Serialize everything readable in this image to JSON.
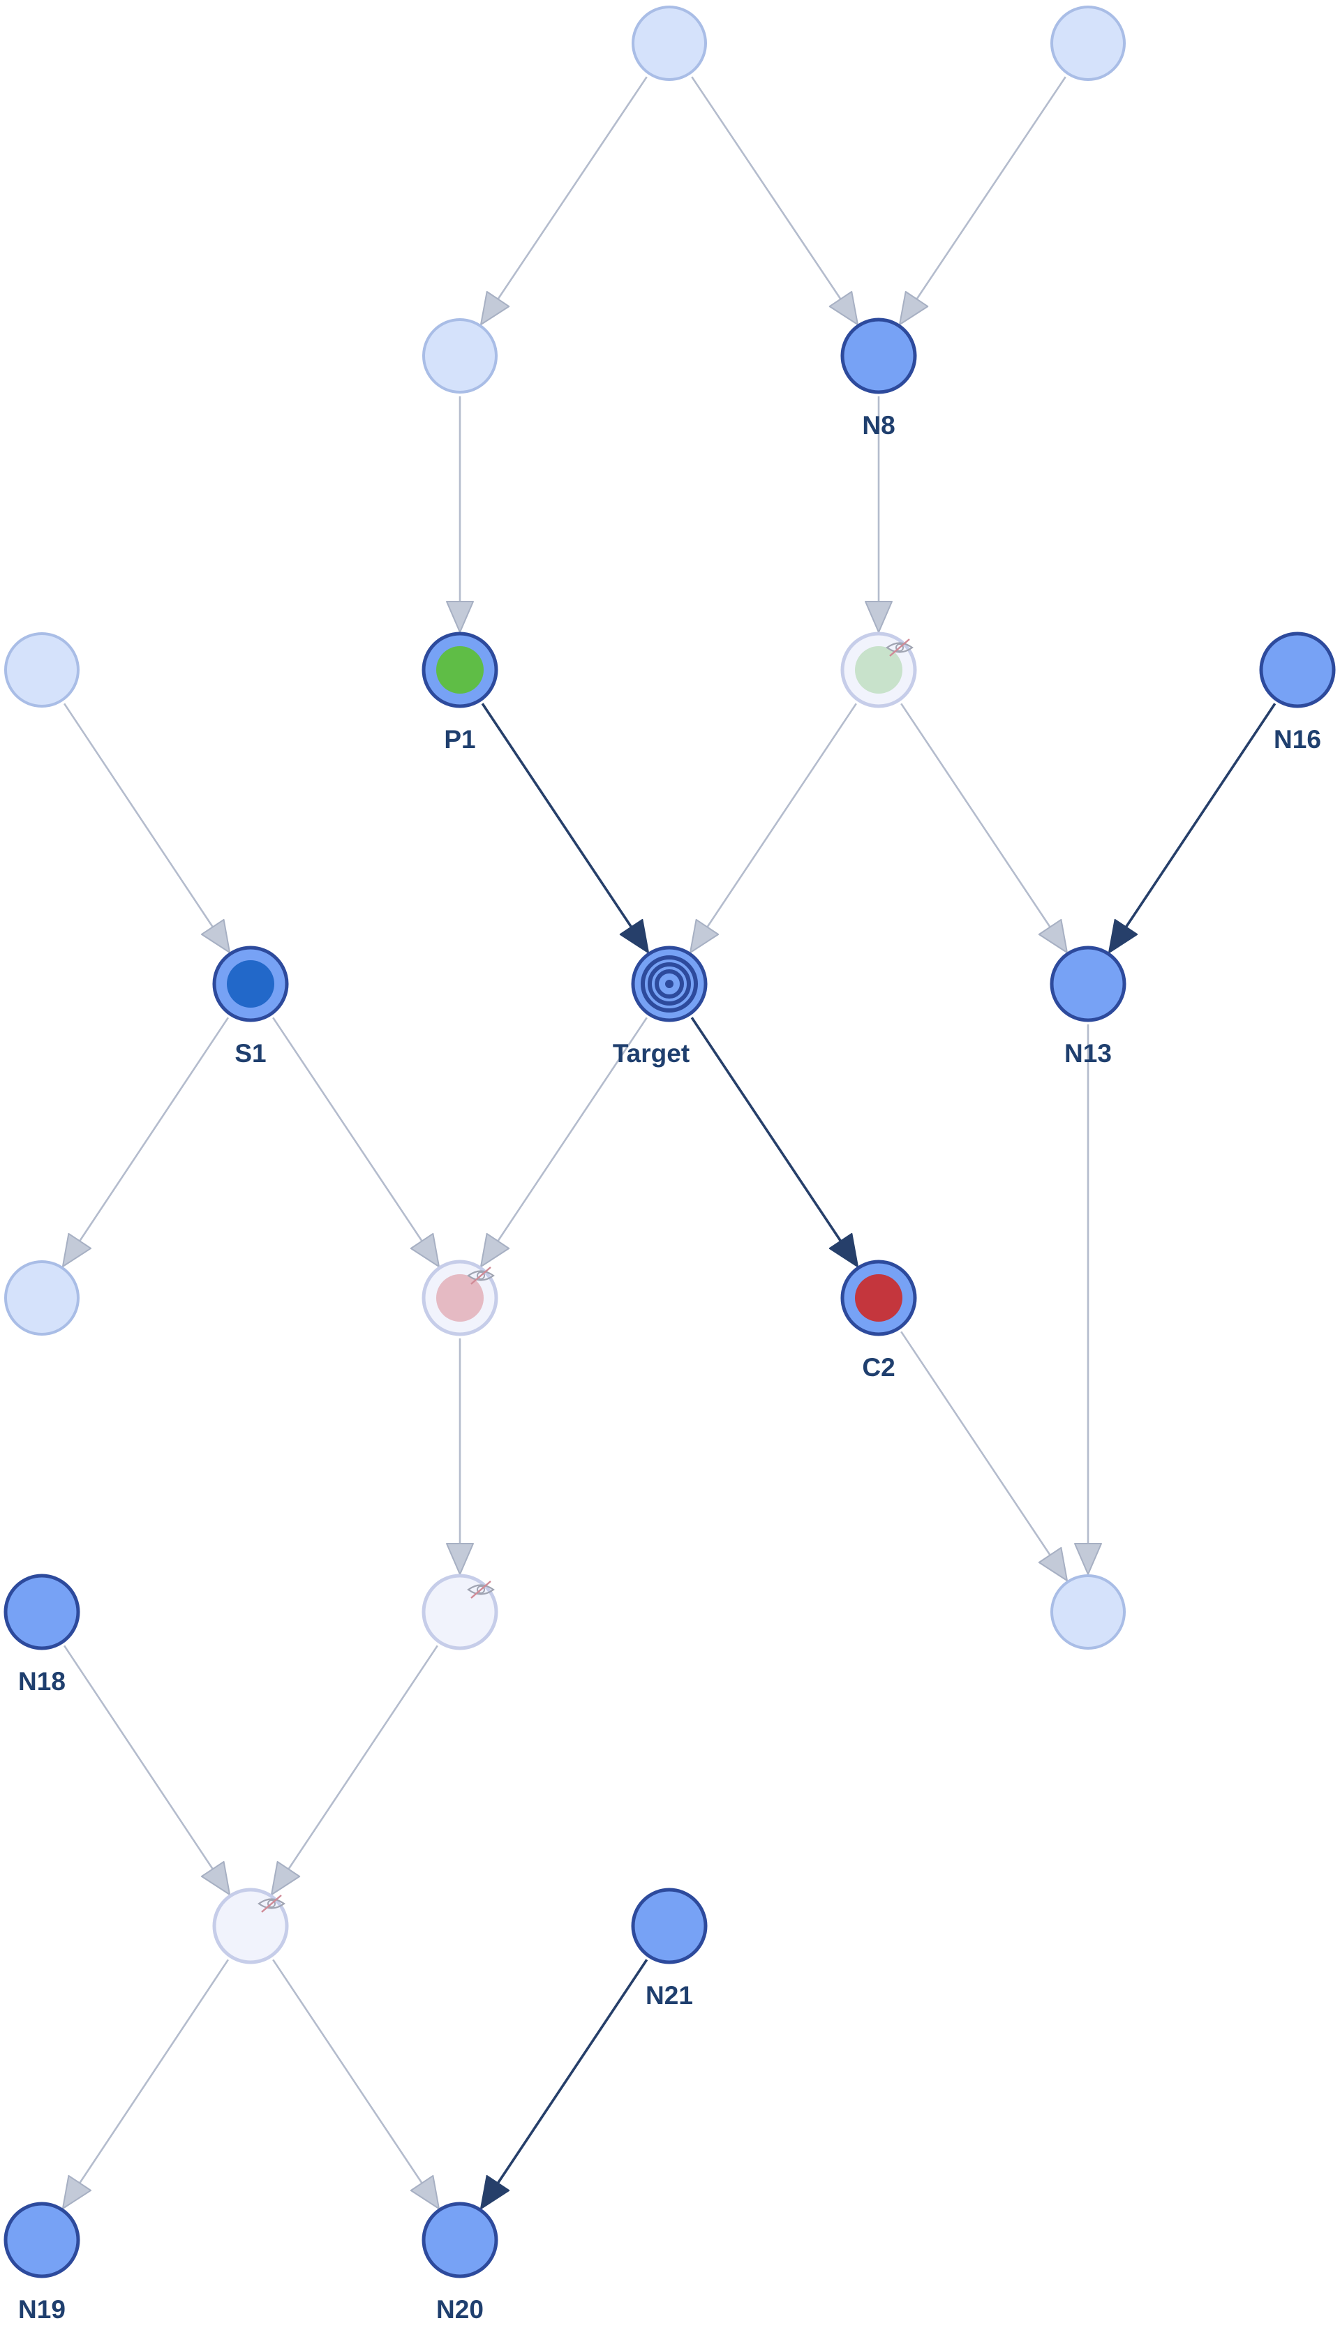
{
  "colors": {
    "edge_dim": "#b4bccd",
    "edge_active": "#263f6a",
    "node_ghost_fill": "#d5e2fb",
    "node_ghost_stroke": "#a9bde6",
    "node_blue_fill": "#77a2f5",
    "node_blue_stroke": "#2d4a9c",
    "node_faded_fill": "#f1f3fc",
    "node_faded_stroke": "#c6cde9",
    "parent_green": "#5fbd46",
    "sibling_blue": "#2268c9",
    "child_red": "#c4363d",
    "faded_green": "#c8e2cb",
    "faded_red": "#e5bac3",
    "label": "#1f3f6e"
  },
  "nodes": [
    {
      "id": "A1",
      "label": "",
      "kind": "ghost"
    },
    {
      "id": "A2",
      "label": "",
      "kind": "ghost"
    },
    {
      "id": "A3",
      "label": "",
      "kind": "ghost"
    },
    {
      "id": "N8",
      "label": "N8",
      "kind": "blue"
    },
    {
      "id": "B1",
      "label": "",
      "kind": "ghost"
    },
    {
      "id": "P1",
      "label": "P1",
      "kind": "parent"
    },
    {
      "id": "H1",
      "label": "",
      "kind": "hidden-green",
      "icon": "eye-slash-icon"
    },
    {
      "id": "N16",
      "label": "N16",
      "kind": "blue"
    },
    {
      "id": "S1",
      "label": "S1",
      "kind": "sibling"
    },
    {
      "id": "T",
      "label": "Target",
      "kind": "target",
      "icon": "target-icon"
    },
    {
      "id": "N13",
      "label": "N13",
      "kind": "blue"
    },
    {
      "id": "C1",
      "label": "",
      "kind": "ghost"
    },
    {
      "id": "H2",
      "label": "",
      "kind": "hidden-red",
      "icon": "eye-slash-icon"
    },
    {
      "id": "C2",
      "label": "C2",
      "kind": "child"
    },
    {
      "id": "N18",
      "label": "N18",
      "kind": "blue"
    },
    {
      "id": "H3",
      "label": "",
      "kind": "hidden",
      "icon": "eye-slash-icon"
    },
    {
      "id": "D1",
      "label": "",
      "kind": "ghost"
    },
    {
      "id": "H4",
      "label": "",
      "kind": "hidden",
      "icon": "eye-slash-icon"
    },
    {
      "id": "N21",
      "label": "N21",
      "kind": "blue"
    },
    {
      "id": "N19",
      "label": "N19",
      "kind": "blue"
    },
    {
      "id": "N20",
      "label": "N20",
      "kind": "blue"
    }
  ],
  "edges": [
    {
      "from": "A1",
      "to": "A3",
      "style": "dim"
    },
    {
      "from": "A1",
      "to": "N8",
      "style": "dim"
    },
    {
      "from": "A2",
      "to": "N8",
      "style": "dim"
    },
    {
      "from": "A3",
      "to": "P1",
      "style": "dim"
    },
    {
      "from": "N8",
      "to": "H1",
      "style": "dim"
    },
    {
      "from": "B1",
      "to": "S1",
      "style": "dim"
    },
    {
      "from": "P1",
      "to": "T",
      "style": "active"
    },
    {
      "from": "H1",
      "to": "T",
      "style": "dim"
    },
    {
      "from": "H1",
      "to": "N13",
      "style": "dim"
    },
    {
      "from": "N16",
      "to": "N13",
      "style": "active"
    },
    {
      "from": "S1",
      "to": "C1",
      "style": "dim"
    },
    {
      "from": "S1",
      "to": "H2",
      "style": "dim"
    },
    {
      "from": "T",
      "to": "H2",
      "style": "dim"
    },
    {
      "from": "T",
      "to": "C2",
      "style": "active"
    },
    {
      "from": "N13",
      "to": "D1",
      "style": "dim"
    },
    {
      "from": "C2",
      "to": "D1",
      "style": "dim"
    },
    {
      "from": "H2",
      "to": "H3",
      "style": "dim"
    },
    {
      "from": "N18",
      "to": "H4",
      "style": "dim"
    },
    {
      "from": "H3",
      "to": "H4",
      "style": "dim"
    },
    {
      "from": "H4",
      "to": "N19",
      "style": "dim"
    },
    {
      "from": "H4",
      "to": "N20",
      "style": "dim"
    },
    {
      "from": "N21",
      "to": "N20",
      "style": "active"
    }
  ]
}
